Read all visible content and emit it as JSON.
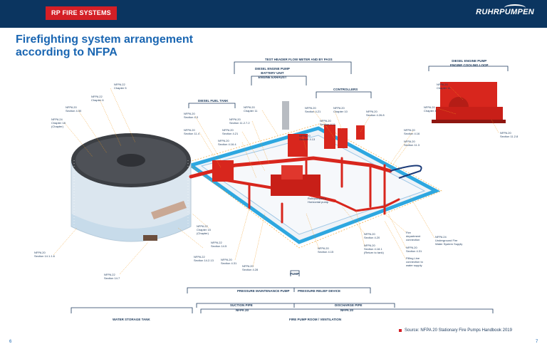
{
  "header": {
    "section_tag": "RP FIRE SYSTEMS",
    "logo": "RUHRPUMPEN"
  },
  "page": {
    "title_line1": "Firefighting system arrangement",
    "title_line2": "according to NFPA",
    "source": "Source: NFPA 20 Stationary Fire Pumps Handbook 2019",
    "page_left": "6",
    "page_right": "7"
  },
  "section_labels": {
    "test_header": "TEST HEADER FLOW METER AND BY PASS",
    "diesel_pump": "DIESEL ENGINE PUMP\nBATTERY UNIT\nENGINE EXHAUST",
    "controllers": "CONTROLLERS",
    "cooling_loop": "DIESEL ENGINE PUMP\nENGINE COOLING LOOP",
    "diesel_tank": "DIESEL FUEL TANK",
    "pump": "PUMP",
    "pressure_maintenance": "PRESSURE MAINTENANCE PUMP",
    "pressure_relief": "PRESSURE RELIEF DEVICE",
    "suction_pipe": "SUCTION PIPE",
    "suction_nfpa": "NFPA 20",
    "discharge_pipe": "DISCHARGE PIPE",
    "discharge_nfpa": "NFPA 20",
    "water_tank": "WATER STORAGE TANK",
    "pump_room": "FIRE PUMP ROOM / VENTILATION"
  },
  "callouts": [
    {
      "id": "c1",
      "text": "NFPA 22\nChapter 5"
    },
    {
      "id": "c2",
      "text": "NFPA 22\nChapter 6"
    },
    {
      "id": "c3",
      "text": "NFPA 20\nSection 4.30"
    },
    {
      "id": "c4",
      "text": "NFPA 24\nChapter 18\n(Chapter)"
    },
    {
      "id": "c5",
      "text": "NFPA 20\nSection 4.3"
    },
    {
      "id": "c6",
      "text": "NFPA 20\nSection 11.4"
    },
    {
      "id": "c7",
      "text": "NFPA 20\nSection 11.2.7.2"
    },
    {
      "id": "c8",
      "text": "NFPA 20\nSection 4.21"
    },
    {
      "id": "c9",
      "text": "NFPA 20\nSection 4.16.4"
    },
    {
      "id": "c10",
      "text": "NFPA 20\nChapter 11"
    },
    {
      "id": "c11",
      "text": "NFPA 20\nSection 4.21"
    },
    {
      "id": "c12",
      "text": "NFPA 20\nChapter 10"
    },
    {
      "id": "c13",
      "text": "NFPA 20\nSection 4.26.8"
    },
    {
      "id": "c14",
      "text": "NFPA 20\nSection 4.11"
    },
    {
      "id": "c15",
      "text": "NFPA 20\nSection 4.13"
    },
    {
      "id": "c16",
      "text": "NFPA 20\nChapter 11"
    },
    {
      "id": "c17",
      "text": "NFPA 20\nChapter 4"
    },
    {
      "id": "c18",
      "text": "NFPA 20\nSection 4.16"
    },
    {
      "id": "c19",
      "text": "NFPA 20\nSection 11.3"
    },
    {
      "id": "c20",
      "text": "NFPA 20\nSection 11.2.8"
    },
    {
      "id": "c21",
      "text": "NFPA 22\nChapter 15\n(Chapter)"
    },
    {
      "id": "c22",
      "text": "NFPA 22\nSection 14.5"
    },
    {
      "id": "c23",
      "text": "NFPA 22\nSection 14.2.13"
    },
    {
      "id": "c24",
      "text": "NFPA 20\nSection 14.1.1.6"
    },
    {
      "id": "c25",
      "text": "NFPA 22\nSection 14.7"
    },
    {
      "id": "c26",
      "text": "NFPA 20\nSection 4.31"
    },
    {
      "id": "c27",
      "text": "NFPA 20\nSection 4.28"
    },
    {
      "id": "c28",
      "text": "NFPA 20\nSection 4.15"
    },
    {
      "id": "c29",
      "text": "NFPA 20\nSection 4.20"
    },
    {
      "id": "c30",
      "text": "NFPA 20\nSection 4.18.1\n(Return to tank)"
    },
    {
      "id": "c31",
      "text": "Fire\ndepartment\nconnection"
    },
    {
      "id": "c32",
      "text": "NFPA 20\nSection 4.31"
    },
    {
      "id": "c33",
      "text": "NFPA 24\nUnderground Fire\nWater System Supply"
    },
    {
      "id": "c34",
      "text": "Filling Line\nconnection to\nwater supply"
    },
    {
      "id": "c35",
      "text": "Ruhrpumpen's\nHorizontal pump"
    }
  ]
}
